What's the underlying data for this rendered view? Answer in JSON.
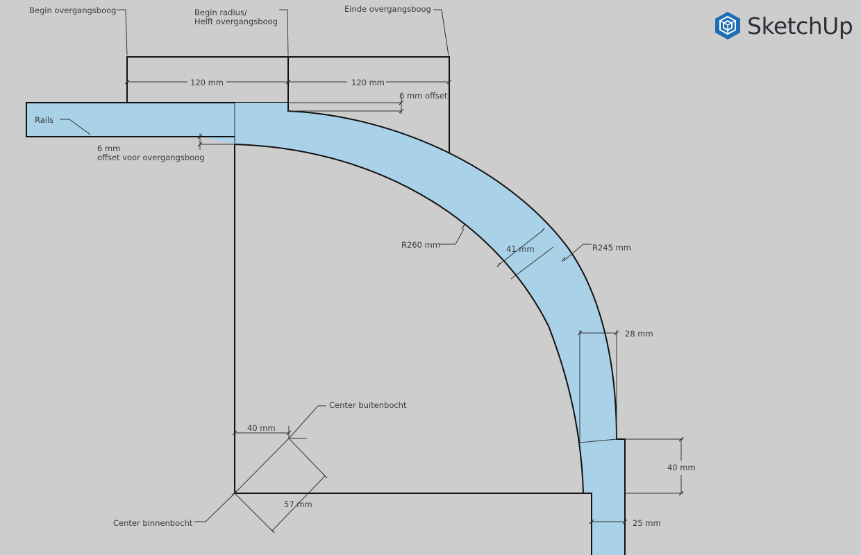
{
  "brand": {
    "name": "SketchUp",
    "logo_icon": "sketchup-cube-logo",
    "accent": "#1f6db3"
  },
  "colors": {
    "background": "#cdcdcd",
    "part_fill": "#a9d1e8",
    "outline": "#111111"
  },
  "labels": {
    "begin_overgangsboog": "Begin overgangsboog",
    "begin_radius_line1": "Begin radius/",
    "begin_radius_line2": "Helft overgangsboog",
    "einde_overgangsboog": "Einde overgangsboog",
    "rails": "Rails",
    "offset_6mm": "6 mm offset",
    "offset_voor_line1": "6 mm",
    "offset_voor_line2": "offset voor overgangsboog",
    "center_buitenbocht": "Center buitenbocht",
    "center_binnenbocht": "Center binnenbocht"
  },
  "dimensions": {
    "width_left": "120 mm",
    "width_right": "120 mm",
    "radius_inner": "R260 mm",
    "radius_outer": "R245 mm",
    "band_width": "41 mm",
    "band_width_lower": "28 mm",
    "center_offset": "40 mm",
    "diagonal": "57 mm",
    "height_right": "40 mm",
    "rail_width": "25 mm"
  }
}
